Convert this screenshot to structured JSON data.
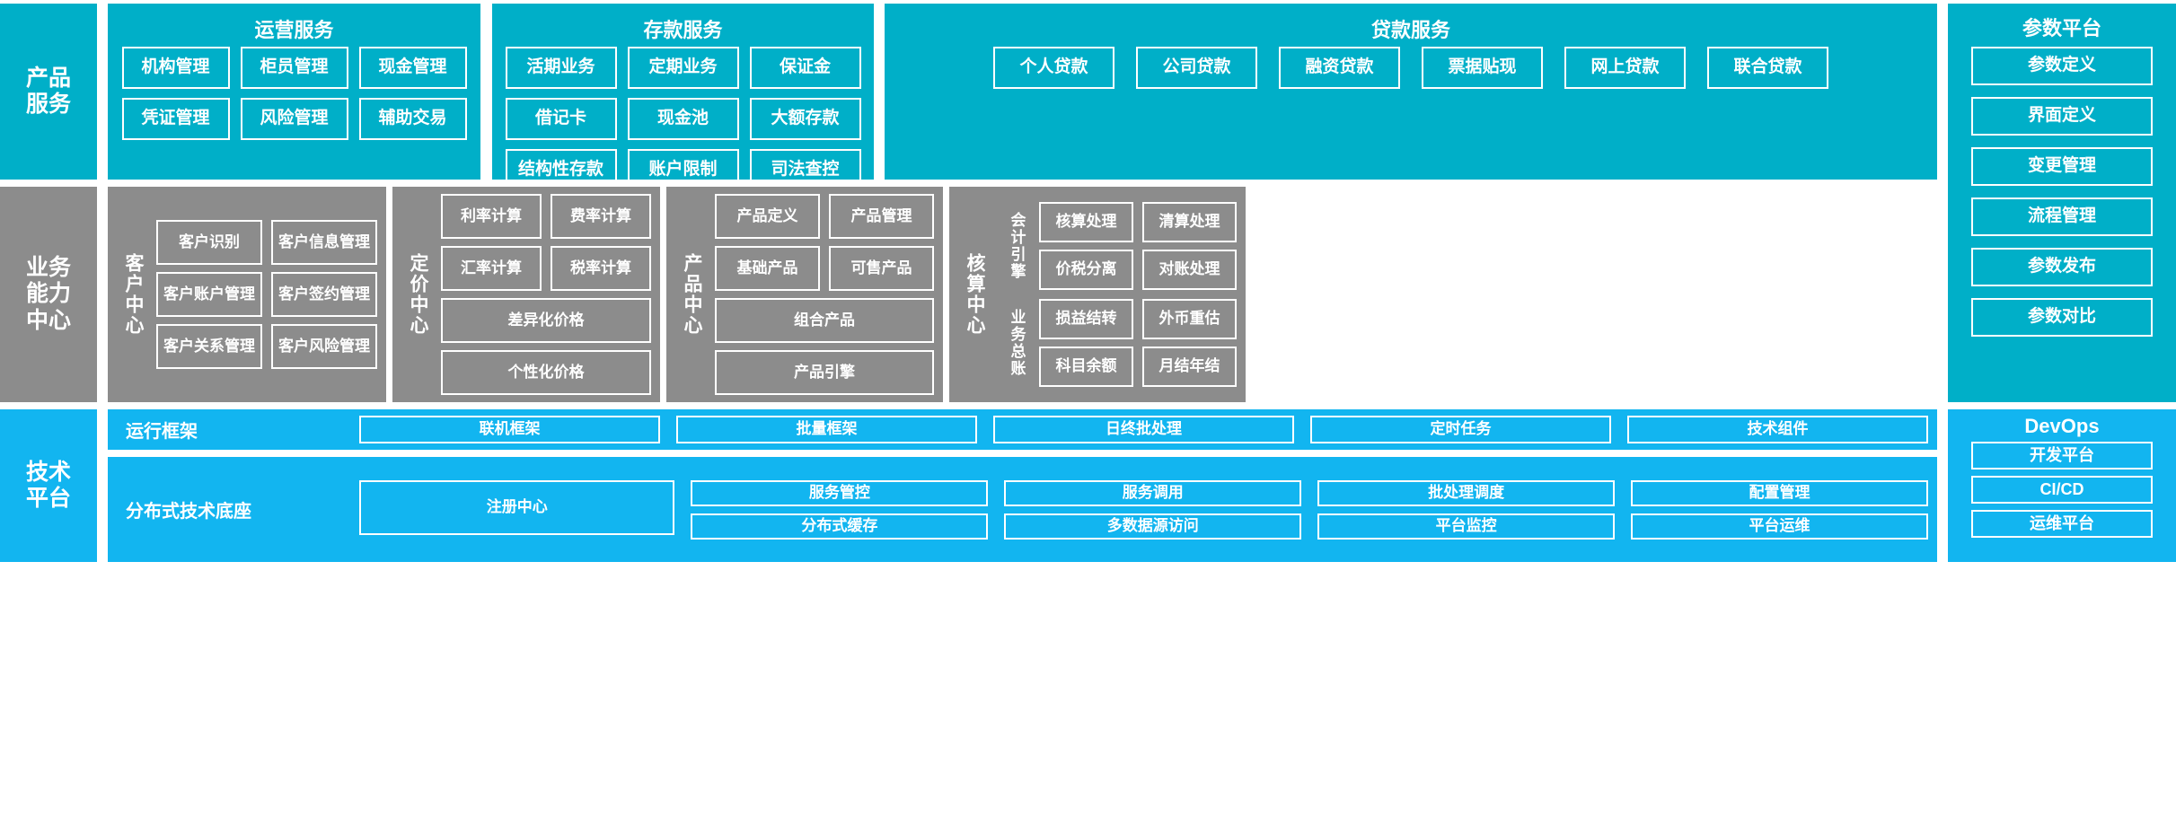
{
  "colors": {
    "teal": "#00AFC8",
    "gray": "#8C8C8C",
    "bright_blue": "#12B5F0",
    "box_border": "#FFFFFF",
    "text": "#FFFFFF",
    "background": "#FFFFFF"
  },
  "rows": {
    "product_service": {
      "side_label": "产品\n服务",
      "side_label_line1": "产品",
      "side_label_line2": "服务",
      "panels": [
        {
          "title": "运营服务",
          "items": [
            "机构管理",
            "柜员管理",
            "现金管理",
            "凭证管理",
            "风险管理",
            "辅助交易"
          ]
        },
        {
          "title": "存款服务",
          "items": [
            "活期业务",
            "定期业务",
            "保证金",
            "借记卡",
            "现金池",
            "大额存款",
            "结构性存款",
            "账户限制",
            "司法查控"
          ]
        },
        {
          "title": "贷款服务",
          "items": [
            "个人贷款",
            "公司贷款",
            "融资贷款",
            "票据贴现",
            "网上贷款",
            "联合贷款"
          ]
        }
      ]
    },
    "business_capability": {
      "side_label_line1": "业务",
      "side_label_line2": "能力",
      "side_label_line3": "中心",
      "centers": [
        {
          "label": "客户中心",
          "rows": [
            [
              "客户识别",
              "客户信息管理"
            ],
            [
              "客户账户管理",
              "客户签约管理"
            ],
            [
              "客户关系管理",
              "客户风险管理"
            ]
          ]
        },
        {
          "label": "定价中心",
          "rows": [
            [
              "利率计算",
              "费率计算"
            ],
            [
              "汇率计算",
              "税率计算"
            ],
            [
              "差异化价格"
            ],
            [
              "个性化价格"
            ]
          ]
        },
        {
          "label": "产品中心",
          "rows": [
            [
              "产品定义",
              "产品管理"
            ],
            [
              "基础产品",
              "可售产品"
            ],
            [
              "组合产品"
            ],
            [
              "产品引擎"
            ]
          ]
        },
        {
          "label": "核算中心",
          "groups": [
            {
              "sublabel": "会计引擎",
              "rows": [
                [
                  "核算处理",
                  "清算处理"
                ],
                [
                  "价税分离",
                  "对账处理"
                ]
              ]
            },
            {
              "sublabel": "业务总账",
              "rows": [
                [
                  "损益结转",
                  "外币重估"
                ],
                [
                  "科目余额",
                  "月结年结"
                ]
              ]
            }
          ]
        }
      ]
    },
    "technical_platform": {
      "side_label_line1": "技术",
      "side_label_line2": "平台",
      "bands": [
        {
          "label": "运行框架",
          "items": [
            "联机框架",
            "批量框架",
            "日终批处理",
            "定时任务",
            "技术组件"
          ]
        },
        {
          "label": "分布式技术底座",
          "primary": "注册中心",
          "pairs": [
            [
              "服务管控",
              "分布式缓存"
            ],
            [
              "服务调用",
              "多数据源访问"
            ],
            [
              "批处理调度",
              "平台监控"
            ],
            [
              "配置管理",
              "平台运维"
            ]
          ]
        }
      ]
    }
  },
  "right_column": {
    "parameter_platform": {
      "title": "参数平台",
      "items": [
        "参数定义",
        "界面定义",
        "变更管理",
        "流程管理",
        "参数发布",
        "参数对比"
      ]
    },
    "devops": {
      "title": "DevOps",
      "items": [
        "开发平台",
        "CI/CD",
        "运维平台"
      ]
    }
  }
}
